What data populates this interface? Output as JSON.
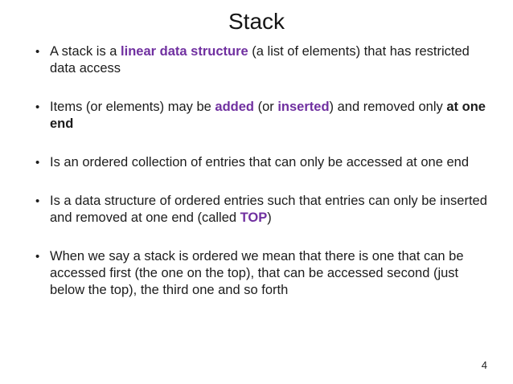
{
  "slide": {
    "title": "Stack",
    "page_number": "4",
    "colors": {
      "accent_purple": "#7030A0",
      "body_text": "#1c1c1c",
      "background": "#ffffff"
    },
    "bullets": [
      {
        "segments": [
          {
            "text": "A stack is a ",
            "style": "normal"
          },
          {
            "text": "linear data structure",
            "style": "purple-bold"
          },
          {
            "text": " (a list of elements) that has restricted data access",
            "style": "normal"
          }
        ]
      },
      {
        "segments": [
          {
            "text": "Items (or elements) may be ",
            "style": "normal"
          },
          {
            "text": "added",
            "style": "purple-bold"
          },
          {
            "text": " (or ",
            "style": "normal"
          },
          {
            "text": "inserted",
            "style": "purple-bold"
          },
          {
            "text": ") and removed only ",
            "style": "normal"
          },
          {
            "text": "at one end",
            "style": "bold"
          }
        ]
      },
      {
        "segments": [
          {
            "text": "Is an ordered collection of entries that can only be accessed at one end",
            "style": "normal"
          }
        ]
      },
      {
        "segments": [
          {
            "text": "Is a data structure of ordered entries such that entries can only be inserted and removed at one end (called ",
            "style": "normal"
          },
          {
            "text": "TOP",
            "style": "purple-bold"
          },
          {
            "text": ")",
            "style": "normal"
          }
        ]
      },
      {
        "segments": [
          {
            "text": "When we say a stack is ordered we mean that there is one that can be accessed first (the one on the top), that can be accessed second (just below the top), the third one and so forth",
            "style": "normal"
          }
        ]
      }
    ]
  }
}
